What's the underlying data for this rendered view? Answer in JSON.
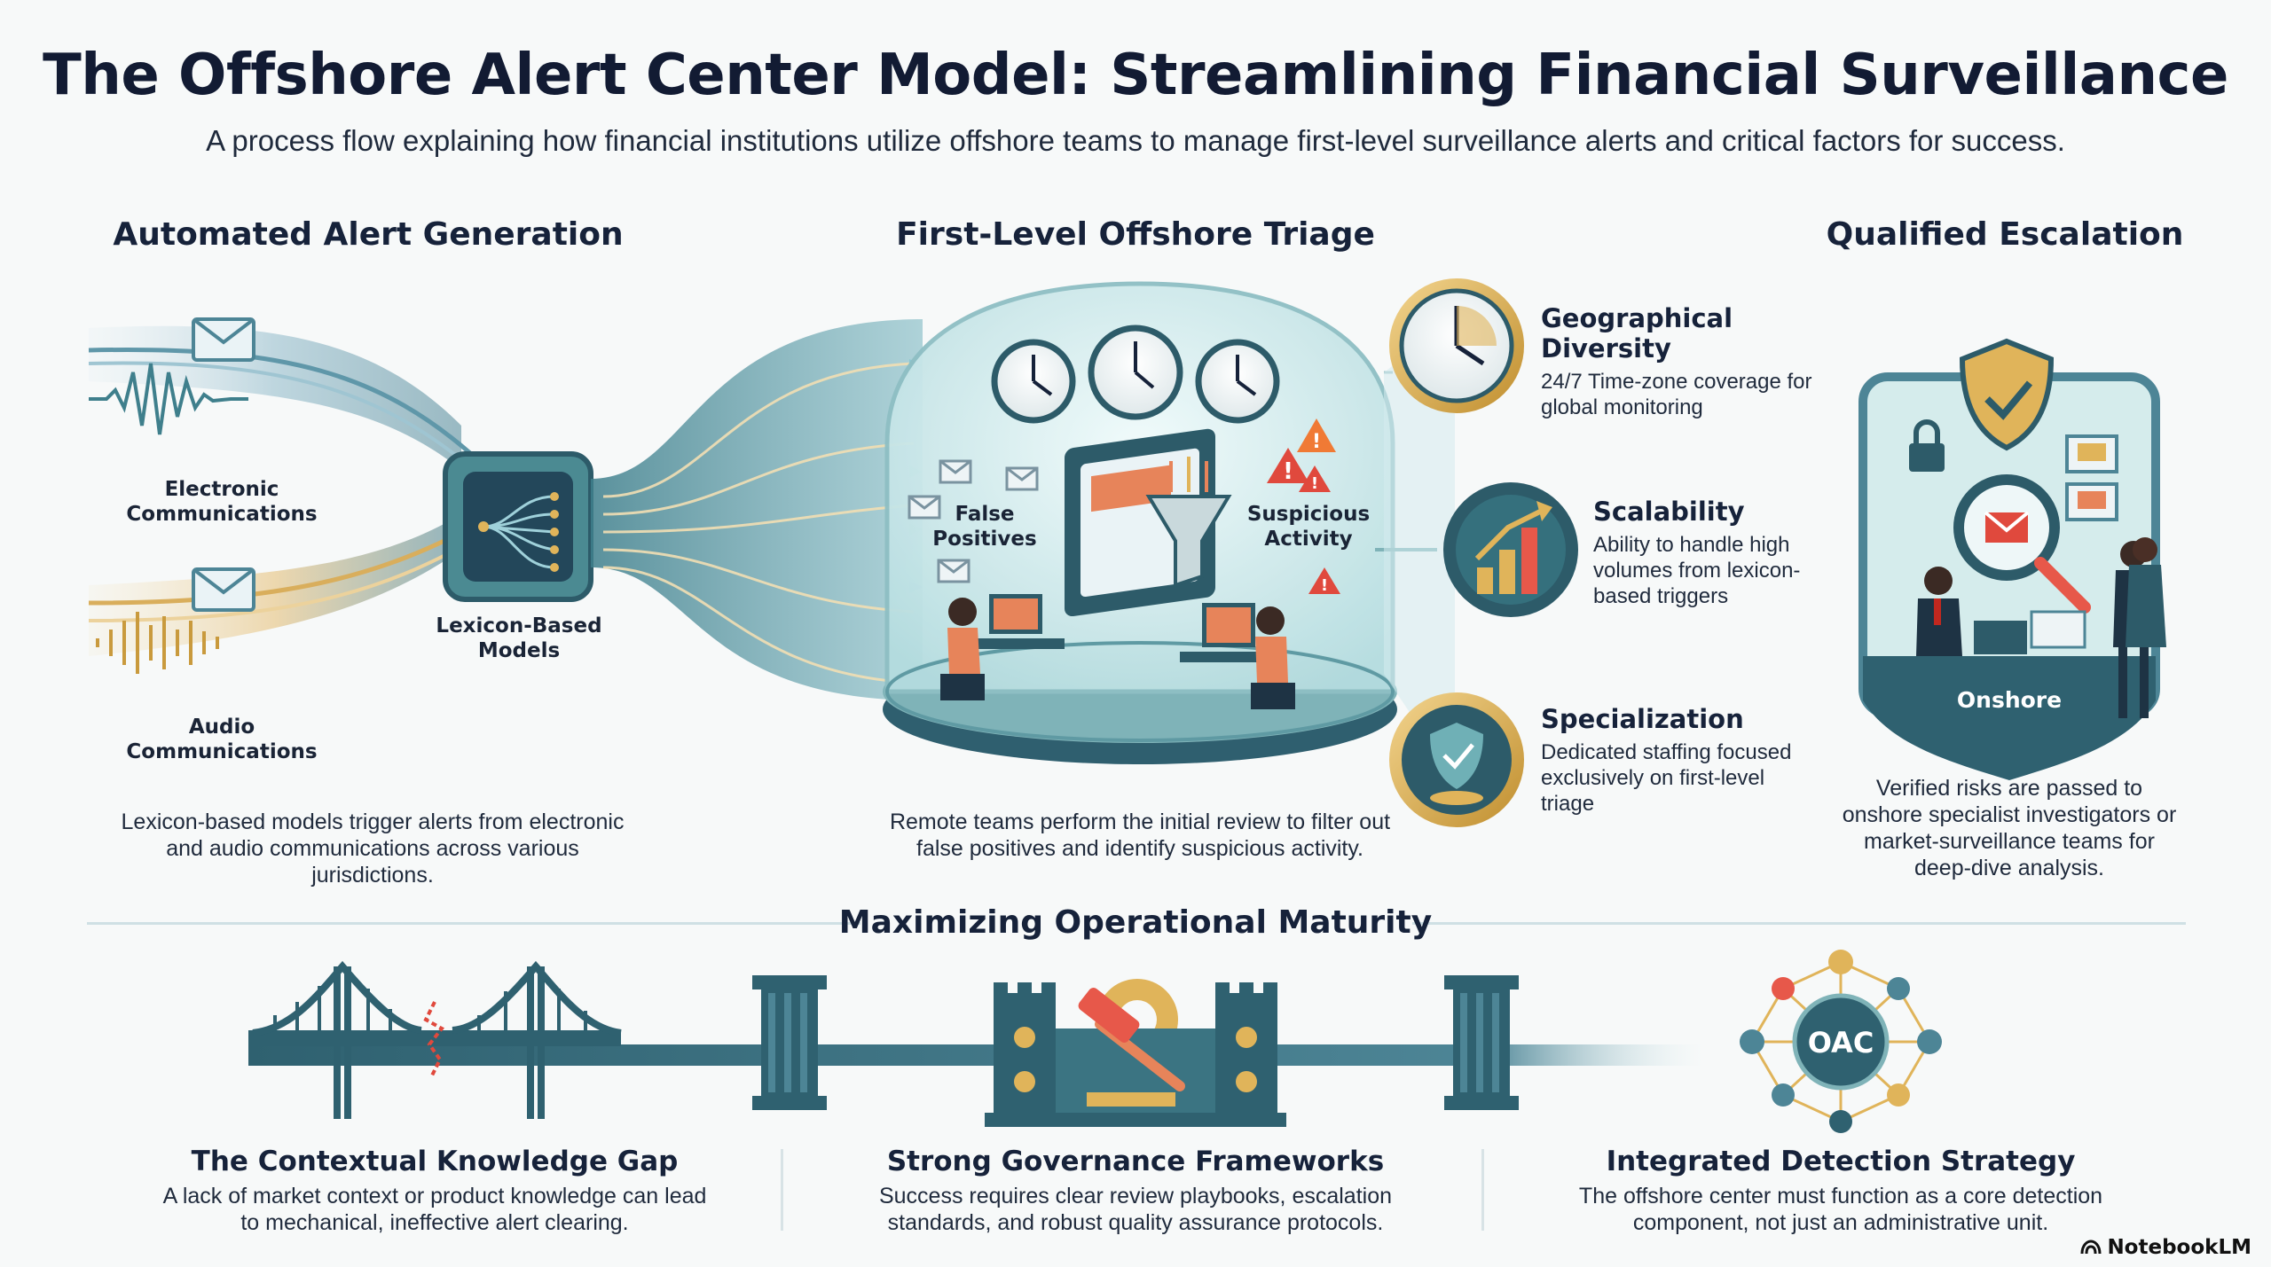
{
  "title": "The Offshore Alert Center Model: Streamlining Financial Surveillance",
  "subtitle": "A process flow explaining how financial institutions utilize offshore teams to manage first-level surveillance alerts and critical factors for success.",
  "columns": {
    "generation": {
      "heading": "Automated Alert Generation",
      "electronic_label": "Electronic Communications",
      "audio_label": "Audio Communications",
      "models_label": "Lexicon-Based Models",
      "description": "Lexicon-based models trigger alerts from electronic and audio communications across various jurisdictions."
    },
    "triage": {
      "heading": "First-Level Offshore Triage",
      "false_positives_label": "False Positives",
      "suspicious_label": "Suspicious Activity",
      "description": "Remote teams perform the initial review to filter out false positives and identify suspicious activity."
    },
    "escalation": {
      "heading": "Qualified Escalation",
      "onshore_label": "Onshore",
      "description": "Verified risks are passed to onshore specialist investigators or market-surveillance teams for deep-dive analysis."
    }
  },
  "factors": [
    {
      "title": "Geographical Diversity",
      "text": "24/7 Time-zone coverage for global monitoring",
      "icon": "clock-icon"
    },
    {
      "title": "Scalability",
      "text": "Ability to handle high volumes from lexicon-based triggers",
      "icon": "growth-chart-icon"
    },
    {
      "title": "Specialization",
      "text": "Dedicated staffing focused exclusively on first-level triage",
      "icon": "shield-check-icon"
    }
  ],
  "maturity": {
    "heading": "Maximizing Operational Maturity",
    "items": [
      {
        "title": "The Contextual Knowledge Gap",
        "text": "A lack of market context or product knowledge can lead to mechanical, ineffective alert clearing.",
        "icon": "broken-bridge-icon"
      },
      {
        "title": "Strong Governance Frameworks",
        "text": "Success requires clear review playbooks, escalation standards, and robust quality assurance protocols.",
        "icon": "castle-gavel-icon"
      },
      {
        "title": "Integrated Detection Strategy",
        "text": "The offshore center must function as a core detection component, not just an administrative unit.",
        "icon": "network-hub-icon"
      }
    ],
    "hub_label": "OAC"
  },
  "brand": "NotebookLM",
  "colors": {
    "teal": "#3f7f8c",
    "dark_teal": "#2d5b69",
    "gold": "#e0b45a",
    "red": "#e0493d",
    "navy": "#16223a"
  }
}
